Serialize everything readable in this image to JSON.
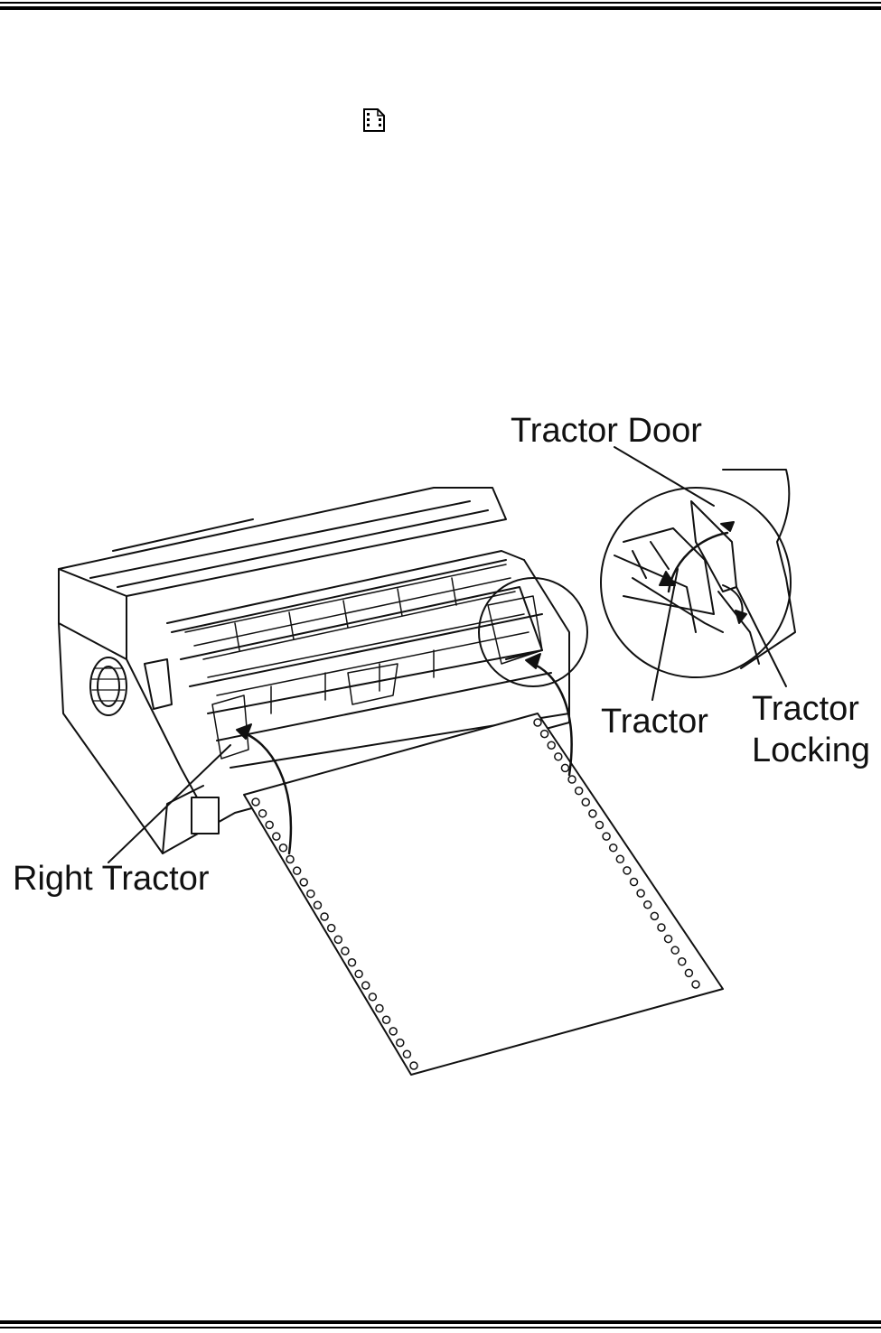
{
  "figure": {
    "labels": {
      "tractor_door": "Tractor Door",
      "tractor": "Tractor",
      "tractor_locking_line1": "Tractor",
      "tractor_locking_line2": "Locking",
      "right_tractor": "Right Tractor"
    }
  },
  "icons": {
    "header_icon": "document-pages-icon"
  }
}
